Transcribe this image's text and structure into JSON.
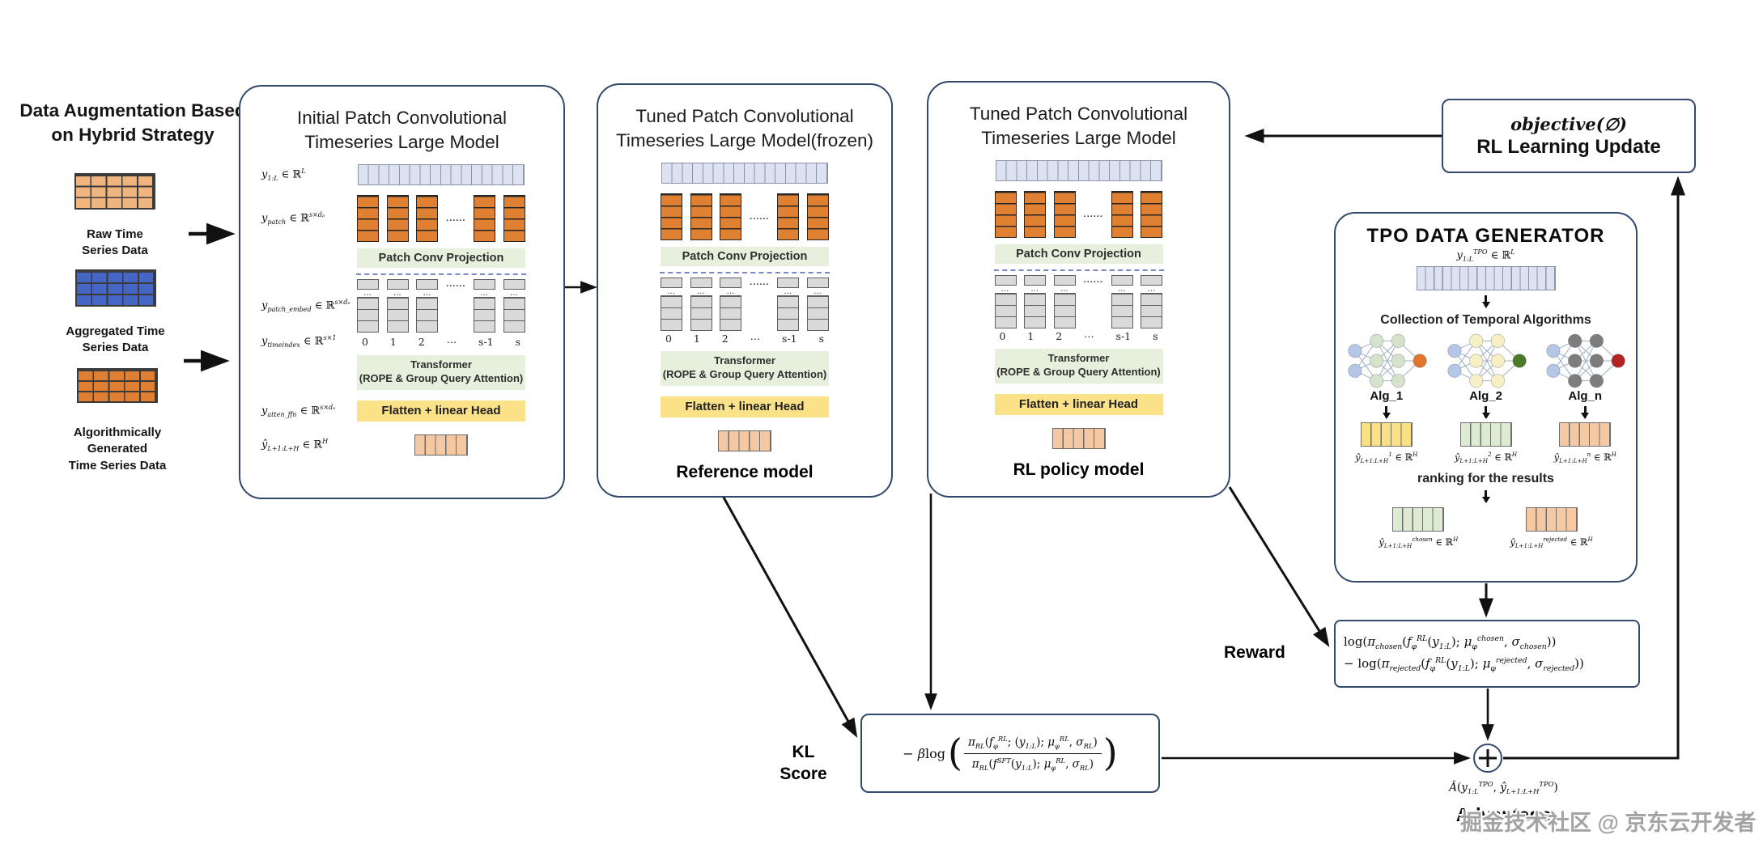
{
  "palette": {
    "box_border": "#31496b",
    "strip_fill": "#dce2f1",
    "patch_fill": "#df8033",
    "bar_green": "#e7f0dc",
    "bar_yellow": "#fbe289",
    "cell_gray": "#dadada",
    "out_strip": "#f3c8a3",
    "arrow": "#111111"
  },
  "left_panel": {
    "title": "Data Augmentation Based\non Hybrid Strategy",
    "datasets": [
      {
        "label": "Raw Time\nSeries Data",
        "fill": "#f0b47e"
      },
      {
        "label": "Aggregated Time\nSeries Data",
        "fill": "#4566c4"
      },
      {
        "label": "Algorithmically\nGenerated\nTime Series Data",
        "fill": "#df7f33"
      }
    ]
  },
  "models": [
    {
      "title": "Initial Patch Convolutional\nTimeseries Large Model",
      "conv_bar": "Patch Conv Projection",
      "transformer_bar": "Transformer\n(ROPE & Group Query Attention)",
      "head_bar": "Flatten + linear Head",
      "col_dots": "......",
      "embed_dots": "......",
      "mini_dots": "...",
      "indices": [
        "0",
        "1",
        "2",
        "⋯",
        "s-1",
        "s"
      ],
      "caption": "",
      "labels": {
        "y1l": [
          [
            "i",
            "y"
          ],
          [
            "s",
            "1:L"
          ],
          [
            "t",
            " ∈ ℝ"
          ],
          [
            "p",
            "L"
          ]
        ],
        "ypatch": [
          [
            "i",
            "y"
          ],
          [
            "s",
            "patch"
          ],
          [
            "t",
            "  ∈ ℝ"
          ],
          [
            "p",
            "s×dₚ"
          ]
        ],
        "ypembed": [
          [
            "i",
            "y"
          ],
          [
            "s",
            "patch_embed"
          ],
          [
            "t",
            " ∈ ℝ"
          ],
          [
            "p",
            "s×dₑ"
          ]
        ],
        "ytime": [
          [
            "i",
            "y"
          ],
          [
            "s",
            "timeindex"
          ],
          [
            "t",
            "  ∈ ℝ"
          ],
          [
            "p",
            "s×1"
          ]
        ],
        "yatten": [
          [
            "i",
            "y"
          ],
          [
            "s",
            "atten_ffn"
          ],
          [
            "t",
            " ∈ ℝ"
          ],
          [
            "p",
            "s×dₑ"
          ]
        ],
        "yout": [
          [
            "i",
            "ŷ"
          ],
          [
            "s",
            "L+1:L+H"
          ],
          [
            "t",
            "  ∈ ℝ"
          ],
          [
            "p",
            "H"
          ]
        ]
      }
    },
    {
      "title": "Tuned Patch Convolutional\nTimeseries Large Model(frozen)",
      "conv_bar": "Patch Conv Projection",
      "transformer_bar": "Transformer\n(ROPE & Group Query Attention)",
      "head_bar": "Flatten + linear Head",
      "col_dots": "......",
      "embed_dots": "......",
      "mini_dots": "...",
      "indices": [
        "0",
        "1",
        "2",
        "⋯",
        "s-1",
        "s"
      ],
      "caption": "Reference model"
    },
    {
      "title": "Tuned Patch Convolutional\nTimeseries Large Model",
      "conv_bar": "Patch Conv Projection",
      "transformer_bar": "Transformer\n(ROPE & Group Query Attention)",
      "head_bar": "Flatten + linear Head",
      "col_dots": "......",
      "embed_dots": "......",
      "mini_dots": "...",
      "indices": [
        "0",
        "1",
        "2",
        "⋯",
        "s-1",
        "s"
      ],
      "caption": "RL policy model"
    }
  ],
  "objective_box": {
    "line1": "objective(∅)",
    "line2": "RL Learning Update"
  },
  "tpo": {
    "title": "TPO DATA GENERATOR",
    "input_label_tokens": [
      [
        "i",
        "y"
      ],
      [
        "s",
        "1:L"
      ],
      [
        "p",
        "TPO"
      ],
      [
        "t",
        " ∈ ℝ"
      ],
      [
        "p",
        "L"
      ]
    ],
    "collection_label": "Collection of Temporal Algorithms",
    "ranking_label": "ranking for the results",
    "algs": [
      {
        "name": "Alg_1",
        "hidden_color": "#d6e3cc",
        "output_color": "#e2762d",
        "vector_color": "#fbe185",
        "label_tokens": [
          [
            "i",
            "ŷ"
          ],
          [
            "s",
            "L+1:L+H"
          ],
          [
            "p",
            "1"
          ],
          [
            "t",
            "  ∈ ℝ"
          ],
          [
            "p",
            "H"
          ]
        ]
      },
      {
        "name": "Alg_2",
        "hidden_color": "#f8f0c5",
        "output_color": "#4a7a28",
        "vector_color": "#dcebd1",
        "label_tokens": [
          [
            "i",
            "ŷ"
          ],
          [
            "s",
            "L+1:L+H"
          ],
          [
            "p",
            "2"
          ],
          [
            "t",
            "  ∈ ℝ"
          ],
          [
            "p",
            "H"
          ]
        ]
      },
      {
        "name": "Alg_n",
        "hidden_color": "#7d7d7d",
        "output_color": "#b42424",
        "vector_color": "#f4c9a4",
        "label_tokens": [
          [
            "i",
            "ŷ"
          ],
          [
            "s",
            "L+1:L+H"
          ],
          [
            "p",
            "n"
          ],
          [
            "t",
            "  ∈ ℝ"
          ],
          [
            "p",
            "H"
          ]
        ]
      }
    ],
    "chosen": {
      "vector_color": "#dcebd1",
      "label_tokens": [
        [
          "i",
          "ŷ"
        ],
        [
          "s",
          "L+1:L+H"
        ],
        [
          "p",
          "chosen"
        ],
        [
          "t",
          "  ∈ ℝ"
        ],
        [
          "p",
          "H"
        ]
      ]
    },
    "rejected": {
      "vector_color": "#f4c9a4",
      "label_tokens": [
        [
          "i",
          "ŷ"
        ],
        [
          "s",
          "L+1:L+H"
        ],
        [
          "p",
          "rejected"
        ],
        [
          "t",
          "  ∈ ℝ"
        ],
        [
          "p",
          "H"
        ]
      ]
    }
  },
  "reward": {
    "label": "Reward",
    "line1_tokens": [
      [
        "t",
        "log("
      ],
      [
        "i",
        "π"
      ],
      [
        "s",
        "chosen"
      ],
      [
        "t",
        "("
      ],
      [
        "i",
        "f"
      ],
      [
        "s",
        "φ"
      ],
      [
        "p",
        "RL"
      ],
      [
        "t",
        "("
      ],
      [
        "i",
        "y"
      ],
      [
        "s",
        "1:L"
      ],
      [
        "t",
        "); "
      ],
      [
        "i",
        "μ"
      ],
      [
        "s",
        "φ"
      ],
      [
        "p",
        "chosen"
      ],
      [
        "t",
        ", "
      ],
      [
        "i",
        "σ"
      ],
      [
        "s",
        "chosen"
      ],
      [
        "t",
        "))"
      ]
    ],
    "line2_tokens": [
      [
        "t",
        "− log("
      ],
      [
        "i",
        "π"
      ],
      [
        "s",
        "rejected"
      ],
      [
        "t",
        "("
      ],
      [
        "i",
        "f"
      ],
      [
        "s",
        "φ"
      ],
      [
        "p",
        "RL"
      ],
      [
        "t",
        "("
      ],
      [
        "i",
        "y"
      ],
      [
        "s",
        "1:L"
      ],
      [
        "t",
        "); "
      ],
      [
        "i",
        "μ"
      ],
      [
        "s",
        "φ"
      ],
      [
        "p",
        "rejected"
      ],
      [
        "t",
        ", "
      ],
      [
        "i",
        "σ"
      ],
      [
        "s",
        "rejected"
      ],
      [
        "t",
        "))"
      ]
    ]
  },
  "kl": {
    "label": "KL\nScore",
    "prefix_tokens": [
      [
        "t",
        "− "
      ],
      [
        "i",
        "β"
      ],
      [
        "t",
        "log"
      ]
    ],
    "numerator_tokens": [
      [
        "i",
        "π"
      ],
      [
        "s",
        "RL"
      ],
      [
        "t",
        "("
      ],
      [
        "i",
        "f"
      ],
      [
        "s",
        "φ"
      ],
      [
        "p",
        "RL"
      ],
      [
        "t",
        "; ("
      ],
      [
        "i",
        "y"
      ],
      [
        "s",
        "1:L"
      ],
      [
        "t",
        "); "
      ],
      [
        "i",
        "μ"
      ],
      [
        "s",
        "φ"
      ],
      [
        "p",
        "RL"
      ],
      [
        "t",
        ", "
      ],
      [
        "i",
        "σ"
      ],
      [
        "s",
        "RL"
      ],
      [
        "t",
        ")"
      ]
    ],
    "denominator_tokens": [
      [
        "i",
        "π"
      ],
      [
        "s",
        "RL"
      ],
      [
        "t",
        "("
      ],
      [
        "i",
        "f"
      ],
      [
        "p",
        "SFT"
      ],
      [
        "t",
        "("
      ],
      [
        "i",
        "y"
      ],
      [
        "s",
        "1:L"
      ],
      [
        "t",
        "); "
      ],
      [
        "i",
        "μ"
      ],
      [
        "s",
        "φ"
      ],
      [
        "p",
        "RL"
      ],
      [
        "t",
        ", "
      ],
      [
        "i",
        "σ"
      ],
      [
        "s",
        "RL"
      ],
      [
        "t",
        ")"
      ]
    ]
  },
  "advantage": {
    "formula_tokens": [
      [
        "i",
        "Â"
      ],
      [
        "t",
        "("
      ],
      [
        "i",
        "y"
      ],
      [
        "s",
        "1:L"
      ],
      [
        "p",
        "TPO"
      ],
      [
        "t",
        ", "
      ],
      [
        "i",
        "ŷ"
      ],
      [
        "s",
        "L+1:L+H"
      ],
      [
        "p",
        "TPO"
      ],
      [
        "t",
        ")"
      ]
    ],
    "label": "Advantage"
  },
  "watermark": "掘金技术社区 @ 京东云开发者"
}
